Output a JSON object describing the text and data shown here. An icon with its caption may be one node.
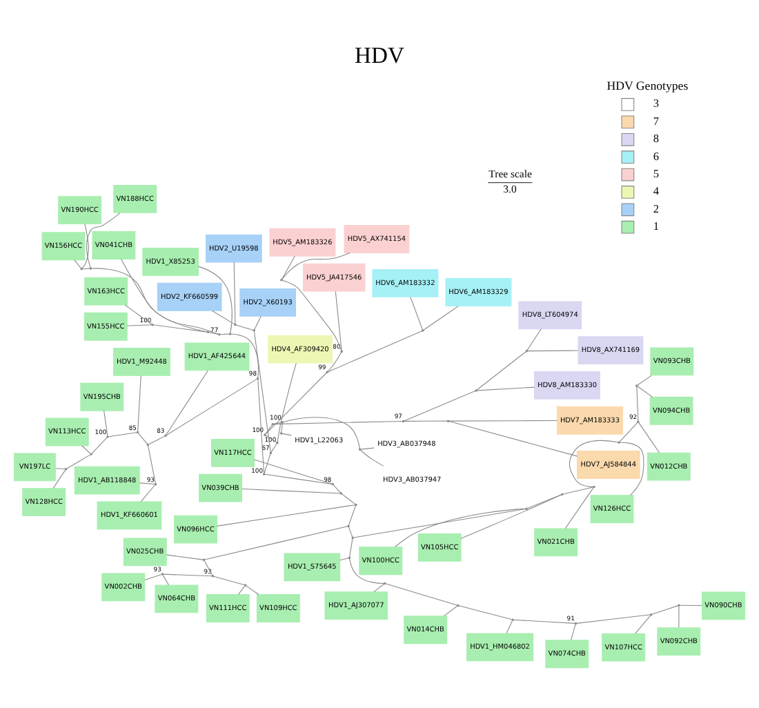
{
  "diagram": {
    "title": "HDV",
    "nodes": [
      {
        "text": [
          "HDV2_X60193"
        ]
      },
      {
        "text": [
          "HDV2_U19598"
        ]
      },
      {
        "text": [
          "HDV2_KF660599"
        ]
      },
      {
        "text": [
          "HDV1_X85253"
        ]
      },
      {
        "text": [
          "VN041CHB"
        ]
      },
      {
        "text": [
          "VN163HCC"
        ]
      },
      {
        "text": [
          "VN155HCC"
        ]
      },
      {
        "text": [
          "VN188HCC"
        ]
      },
      {
        "text": [
          "VN190HCC"
        ]
      },
      {
        "text": [
          "VN156HCC"
        ]
      },
      {
        "text": [
          "HDV1_AF425644"
        ]
      },
      {
        "text": [
          "HDV1_AB118848"
        ]
      },
      {
        "text": [
          "HDV1_KF660601"
        ]
      },
      {
        "text": [
          "HDV1_M92448"
        ]
      },
      {
        "text": [
          "VN195CHB"
        ]
      },
      {
        "text": [
          "VN113HCC"
        ]
      },
      {
        "text": [
          "VN197LC"
        ]
      },
      {
        "text": [
          "VN128HCC"
        ]
      },
      {
        "text": [
          "VN117HCC"
        ]
      },
      {
        "text": [
          "VN039CHB"
        ]
      },
      {
        "text": [
          "VN096HCC"
        ]
      },
      {
        "text": [
          "VN025CHB"
        ]
      },
      {
        "text": [
          "VN002CHB"
        ]
      },
      {
        "text": [
          "VN064CHB"
        ]
      },
      {
        "text": [
          "VN111HCC"
        ]
      },
      {
        "text": [
          "VN109HCC"
        ]
      },
      {
        "text": [
          "HDV1_S75645"
        ]
      },
      {
        "text": [
          "HDV1_AJ307077"
        ]
      },
      {
        "text": [
          "VN014CHB"
        ]
      },
      {
        "text": [
          "HDV1_HM046802"
        ]
      },
      {
        "text": [
          "VN074CHB"
        ]
      },
      {
        "text": [
          "VN107HCC"
        ]
      },
      {
        "text": [
          "VN092CHB"
        ]
      },
      {
        "text": [
          "VN090CHB"
        ]
      },
      {
        "text": [
          "VN100HCC"
        ]
      },
      {
        "text": [
          "VN105HCC"
        ]
      },
      {
        "text": [
          "VN021CHB"
        ]
      },
      {
        "text": [
          "VN126HCC"
        ]
      },
      {
        "text": [
          "VN012CHB"
        ]
      },
      {
        "text": [
          "VN094CHB"
        ]
      },
      {
        "text": [
          "VN093CHB"
        ]
      },
      {
        "text": [
          "HDV1_L22063"
        ]
      },
      {
        "text": [
          "HDV3_AB037947"
        ]
      },
      {
        "text": [
          "HDV3_AB037948"
        ]
      },
      {
        "text": [
          "HDV7_AJ584844"
        ]
      },
      {
        "text": [
          "HDV7_AM183333"
        ]
      },
      {
        "text": [
          "HDV8_AM183330"
        ]
      },
      {
        "text": [
          "HDV8_AX741169"
        ]
      },
      {
        "text": [
          "HDV8_LT604974"
        ]
      },
      {
        "text": [
          "HDV6_AM183329"
        ]
      },
      {
        "text": [
          "HDV6_AM183332"
        ]
      },
      {
        "text": [
          "HDV5_JA417546"
        ]
      },
      {
        "text": [
          "HDV5_AX741154"
        ]
      },
      {
        "text": [
          "HDV5_AM183326"
        ]
      },
      {
        "text": [
          "HDV4_AF309420"
        ]
      },
      {
        "text": [],
        "shape": "point"
      },
      {
        "text": [],
        "shape": "point",
        "beside": [
          "100"
        ]
      },
      {
        "text": [],
        "shape": "point"
      },
      {
        "text": [],
        "shape": "point"
      },
      {
        "text": [],
        "shape": "point",
        "beside": [
          "97"
        ]
      },
      {
        "text": [],
        "shape": "point"
      },
      {
        "text": [],
        "shape": "point"
      },
      {
        "text": [],
        "shape": "point"
      },
      {
        "text": [],
        "shape": "point",
        "beside": [
          "100"
        ]
      },
      {
        "text": [],
        "shape": "point",
        "beside": [
          "99"
        ]
      },
      {
        "text": [],
        "shape": "point"
      },
      {
        "text": [],
        "shape": "point",
        "beside": [
          "80"
        ]
      },
      {
        "text": [],
        "shape": "point"
      },
      {
        "text": [],
        "shape": "point",
        "beside": [
          "100"
        ]
      },
      {
        "text": [],
        "shape": "point",
        "beside": [
          "67"
        ]
      },
      {
        "text": [],
        "shape": "point"
      },
      {
        "text": [],
        "shape": "point"
      },
      {
        "text": [],
        "shape": "point",
        "beside": [
          "100"
        ]
      },
      {
        "text": [],
        "shape": "point",
        "beside": [
          "98"
        ]
      },
      {
        "text": [],
        "shape": "point"
      },
      {
        "text": [],
        "shape": "point",
        "beside": [
          "77"
        ]
      },
      {
        "text": [],
        "shape": "point"
      },
      {
        "text": [],
        "shape": "point"
      },
      {
        "text": [],
        "shape": "point"
      },
      {
        "text": [],
        "shape": "point",
        "beside": [
          "100"
        ]
      },
      {
        "text": [],
        "shape": "point",
        "beside": [
          "83"
        ]
      },
      {
        "text": [],
        "shape": "point"
      },
      {
        "text": [],
        "shape": "point",
        "beside": [
          "85"
        ]
      },
      {
        "text": [],
        "shape": "point",
        "beside": [
          "100"
        ]
      },
      {
        "text": [],
        "shape": "point"
      },
      {
        "text": [],
        "shape": "point"
      },
      {
        "text": [],
        "shape": "point",
        "beside": [
          "93"
        ]
      },
      {
        "text": [],
        "shape": "point",
        "beside": [
          "98"
        ]
      },
      {
        "text": [],
        "shape": "point"
      },
      {
        "text": [],
        "shape": "point"
      },
      {
        "text": [],
        "shape": "point"
      },
      {
        "text": [],
        "shape": "point"
      },
      {
        "text": [],
        "shape": "point",
        "beside": [
          "93"
        ]
      },
      {
        "text": [],
        "shape": "point",
        "beside": [
          "93"
        ]
      },
      {
        "text": [],
        "shape": "point"
      },
      {
        "text": [],
        "shape": "point"
      },
      {
        "text": [],
        "shape": "point"
      },
      {
        "text": [],
        "shape": "point"
      },
      {
        "text": [],
        "shape": "point"
      },
      {
        "text": [],
        "shape": "point"
      },
      {
        "text": [],
        "shape": "point",
        "beside": [
          "91"
        ]
      },
      {
        "text": [],
        "shape": "point"
      },
      {
        "text": [],
        "shape": "point"
      },
      {
        "text": [],
        "shape": "point"
      },
      {
        "text": [],
        "shape": "point"
      },
      {
        "text": [],
        "shape": "point"
      },
      {
        "text": [],
        "shape": "point"
      },
      {
        "text": [],
        "shape": "point",
        "beside": [
          "92"
        ]
      },
      {
        "text": [],
        "shape": "point"
      }
    ],
    "edges": [
      {
        "from": 55,
        "to": 41,
        "arrow": "none"
      },
      {
        "from": 55,
        "to": 56,
        "arrow": "none"
      },
      {
        "from": 56,
        "to": 57,
        "arrow": "none"
      },
      {
        "from": 56,
        "to": 58,
        "arrow": "none"
      },
      {
        "from": 57,
        "to": 42,
        "arrow": "none"
      },
      {
        "from": 57,
        "to": 43,
        "arrow": "none"
      },
      {
        "from": 58,
        "to": 59,
        "arrow": "none"
      },
      {
        "from": 58,
        "to": 63,
        "arrow": "none"
      },
      {
        "from": 59,
        "to": 60,
        "arrow": "none"
      },
      {
        "from": 59,
        "to": 61,
        "arrow": "none"
      },
      {
        "from": 60,
        "to": 44,
        "arrow": "none"
      },
      {
        "from": 60,
        "to": 45,
        "arrow": "none"
      },
      {
        "from": 61,
        "to": 46,
        "arrow": "none"
      },
      {
        "from": 61,
        "to": 62,
        "arrow": "none"
      },
      {
        "from": 62,
        "to": 47,
        "arrow": "none"
      },
      {
        "from": 62,
        "to": 48,
        "arrow": "none"
      },
      {
        "from": 63,
        "to": 64,
        "arrow": "none"
      },
      {
        "from": 63,
        "to": 68,
        "arrow": "none"
      },
      {
        "from": 64,
        "to": 65,
        "arrow": "none"
      },
      {
        "from": 64,
        "to": 66,
        "arrow": "none"
      },
      {
        "from": 65,
        "to": 49,
        "arrow": "none"
      },
      {
        "from": 65,
        "to": 50,
        "arrow": "none"
      },
      {
        "from": 66,
        "to": 51,
        "arrow": "none"
      },
      {
        "from": 66,
        "to": 67,
        "arrow": "none"
      },
      {
        "from": 67,
        "to": 52,
        "arrow": "none"
      },
      {
        "from": 67,
        "to": 53,
        "arrow": "none"
      },
      {
        "from": 68,
        "to": 54,
        "arrow": "none"
      },
      {
        "from": 68,
        "to": 69,
        "arrow": "none"
      },
      {
        "from": 69,
        "to": 70,
        "arrow": "none"
      },
      {
        "from": 69,
        "to": 72,
        "arrow": "none"
      },
      {
        "from": 70,
        "to": 0,
        "arrow": "none"
      },
      {
        "from": 70,
        "to": 71,
        "arrow": "none"
      },
      {
        "from": 71,
        "to": 1,
        "arrow": "none"
      },
      {
        "from": 71,
        "to": 2,
        "arrow": "none"
      },
      {
        "from": 72,
        "to": 73,
        "arrow": "none"
      },
      {
        "from": 72,
        "to": 87,
        "arrow": "none"
      },
      {
        "from": 73,
        "to": 74,
        "arrow": "none"
      },
      {
        "from": 73,
        "to": 80,
        "arrow": "none"
      },
      {
        "from": 74,
        "to": 75,
        "arrow": "none"
      },
      {
        "from": 74,
        "to": 3,
        "arrow": "none"
      },
      {
        "from": 75,
        "to": 76,
        "arrow": "none"
      },
      {
        "from": 75,
        "to": 4,
        "arrow": "none"
      },
      {
        "from": 76,
        "to": 77,
        "arrow": "none"
      },
      {
        "from": 76,
        "to": 79,
        "arrow": "none"
      },
      {
        "from": 77,
        "to": 78,
        "arrow": "none"
      },
      {
        "from": 77,
        "to": 7,
        "arrow": "none"
      },
      {
        "from": 78,
        "to": 9,
        "arrow": "none"
      },
      {
        "from": 78,
        "to": 8,
        "arrow": "none"
      },
      {
        "from": 79,
        "to": 6,
        "arrow": "none"
      },
      {
        "from": 79,
        "to": 5,
        "arrow": "none"
      },
      {
        "from": 80,
        "to": 81,
        "arrow": "none"
      },
      {
        "from": 80,
        "to": 10,
        "arrow": "none"
      },
      {
        "from": 81,
        "to": 82,
        "arrow": "none"
      },
      {
        "from": 81,
        "to": 86,
        "arrow": "none"
      },
      {
        "from": 82,
        "to": 83,
        "arrow": "none"
      },
      {
        "from": 82,
        "to": 13,
        "arrow": "none"
      },
      {
        "from": 83,
        "to": 84,
        "arrow": "none"
      },
      {
        "from": 83,
        "to": 14,
        "arrow": "none"
      },
      {
        "from": 84,
        "to": 85,
        "arrow": "none"
      },
      {
        "from": 84,
        "to": 15,
        "arrow": "none"
      },
      {
        "from": 85,
        "to": 17,
        "arrow": "none"
      },
      {
        "from": 85,
        "to": 16,
        "arrow": "none"
      },
      {
        "from": 86,
        "to": 11,
        "arrow": "none"
      },
      {
        "from": 86,
        "to": 12,
        "arrow": "none"
      },
      {
        "from": 87,
        "to": 18,
        "arrow": "none"
      },
      {
        "from": 87,
        "to": 88,
        "arrow": "none"
      },
      {
        "from": 88,
        "to": 19,
        "arrow": "none"
      },
      {
        "from": 88,
        "to": 89,
        "arrow": "none"
      },
      {
        "from": 89,
        "to": 20,
        "arrow": "none"
      },
      {
        "from": 89,
        "to": 90,
        "arrow": "none"
      },
      {
        "from": 90,
        "to": 91,
        "arrow": "none"
      },
      {
        "from": 90,
        "to": 95,
        "arrow": "none"
      },
      {
        "from": 91,
        "to": 21,
        "arrow": "none"
      },
      {
        "from": 91,
        "to": 92,
        "arrow": "none"
      },
      {
        "from": 92,
        "to": 93,
        "arrow": "none"
      },
      {
        "from": 92,
        "to": 94,
        "arrow": "none"
      },
      {
        "from": 93,
        "to": 22,
        "arrow": "none"
      },
      {
        "from": 93,
        "to": 23,
        "arrow": "none"
      },
      {
        "from": 94,
        "to": 24,
        "arrow": "none"
      },
      {
        "from": 94,
        "to": 25,
        "arrow": "none"
      },
      {
        "from": 95,
        "to": 96,
        "arrow": "none"
      },
      {
        "from": 95,
        "to": 103,
        "arrow": "none"
      },
      {
        "from": 96,
        "to": 26,
        "arrow": "none"
      },
      {
        "from": 96,
        "to": 97,
        "arrow": "none"
      },
      {
        "from": 97,
        "to": 27,
        "arrow": "none"
      },
      {
        "from": 97,
        "to": 98,
        "arrow": "none"
      },
      {
        "from": 98,
        "to": 28,
        "arrow": "none"
      },
      {
        "from": 98,
        "to": 99,
        "arrow": "none"
      },
      {
        "from": 99,
        "to": 29,
        "arrow": "none"
      },
      {
        "from": 99,
        "to": 100,
        "arrow": "none"
      },
      {
        "from": 100,
        "to": 30,
        "arrow": "none"
      },
      {
        "from": 100,
        "to": 101,
        "arrow": "none"
      },
      {
        "from": 101,
        "to": 31,
        "arrow": "none"
      },
      {
        "from": 101,
        "to": 102,
        "arrow": "none"
      },
      {
        "from": 102,
        "to": 32,
        "arrow": "none"
      },
      {
        "from": 102,
        "to": 33,
        "arrow": "none"
      },
      {
        "from": 103,
        "to": 34,
        "arrow": "none"
      },
      {
        "from": 103,
        "to": 104,
        "arrow": "none"
      },
      {
        "from": 104,
        "to": 35,
        "arrow": "none"
      },
      {
        "from": 104,
        "to": 105,
        "arrow": "none"
      },
      {
        "from": 105,
        "to": 36,
        "arrow": "none"
      },
      {
        "from": 105,
        "to": 106,
        "arrow": "none"
      },
      {
        "from": 106,
        "to": 37,
        "arrow": "none"
      },
      {
        "from": 106,
        "to": 107,
        "arrow": "none"
      },
      {
        "from": 107,
        "to": 38,
        "arrow": "none"
      },
      {
        "from": 107,
        "to": 108,
        "arrow": "none"
      },
      {
        "from": 108,
        "to": 39,
        "arrow": "none"
      },
      {
        "from": 108,
        "to": 40,
        "arrow": "none"
      }
    ],
    "labels": [
      "HDV Genotypes",
      "Tree scale",
      "3.0"
    ],
    "legend": [
      {
        "text": "3",
        "color": "#ffffff"
      },
      {
        "text": "7",
        "color": "#fad9ad"
      },
      {
        "text": "8",
        "color": "#d9d7f2"
      },
      {
        "text": "6",
        "color": "#a6f1f5"
      },
      {
        "text": "5",
        "color": "#fbd0d0"
      },
      {
        "text": "4",
        "color": "#eef6b4"
      },
      {
        "text": "2",
        "color": "#a7d1f7"
      },
      {
        "text": "1",
        "color": "#a8eeb0"
      }
    ]
  }
}
